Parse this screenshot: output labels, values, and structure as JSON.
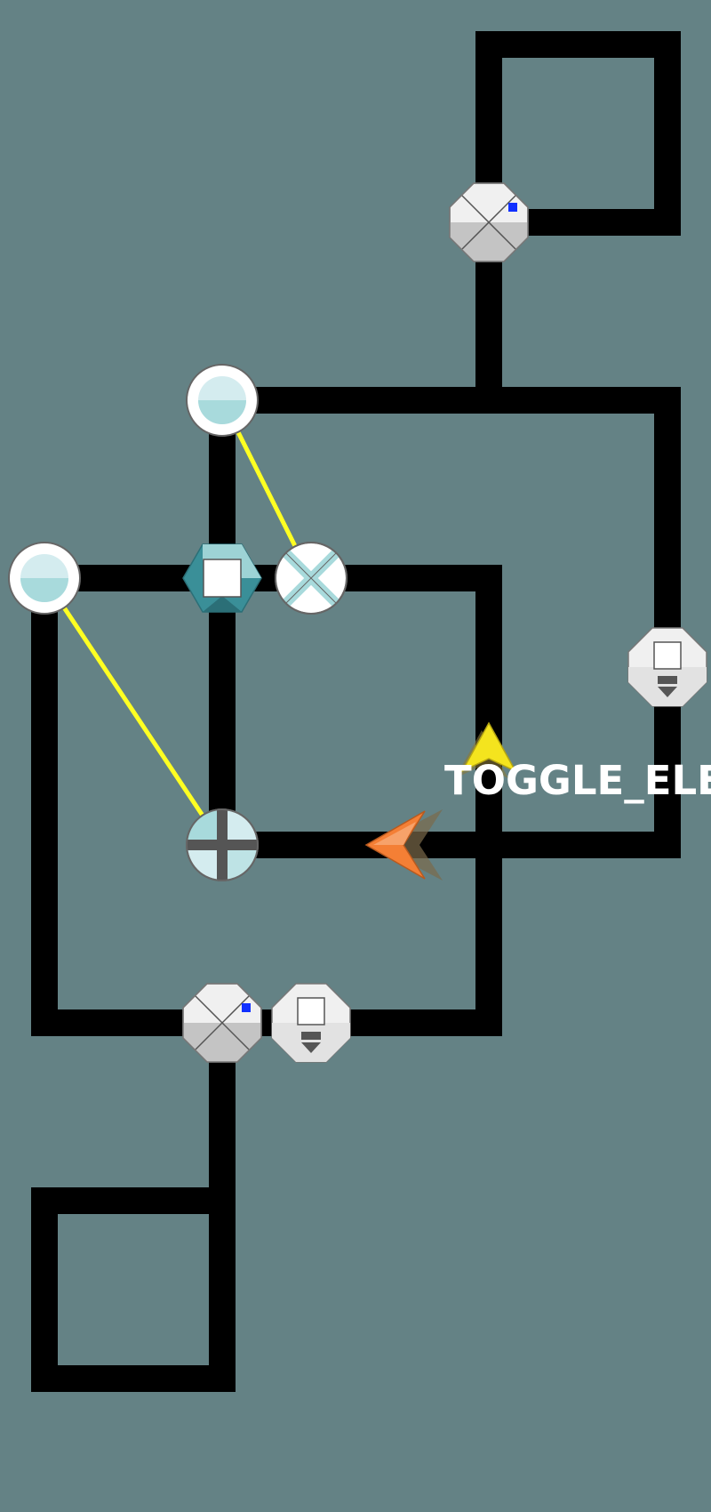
{
  "theme": {
    "background": "#648285",
    "track": "#000000",
    "link": "#ffff22",
    "node_white": "#f0f0f0",
    "node_grey": "#c4c4c4",
    "node_teal": "#3a8f98",
    "node_teal_light": "#a8dadc",
    "node_pale": "#d4ecef",
    "accent_blue": "#1030ff",
    "player_orange": "#f47f35",
    "cursor_yellow": "#f4e41e",
    "label_color": "#ffffff"
  },
  "cursor": {
    "icon": "arrow-cursor-icon",
    "label": "TOGGLE_ELEM"
  },
  "player": {
    "icon": "orange-arrow-icon",
    "facing": "left"
  },
  "nodes": [
    {
      "id": "switch-top",
      "kind": "octagon-switch",
      "icon": "split-octagon-icon",
      "indicator": "blue"
    },
    {
      "id": "portal-top",
      "kind": "ring-portal",
      "icon": "ring-portal-icon"
    },
    {
      "id": "portal-left",
      "kind": "ring-portal",
      "icon": "ring-portal-icon"
    },
    {
      "id": "hex-box",
      "kind": "hexagon-box",
      "icon": "hexagon-box-icon"
    },
    {
      "id": "x-junction",
      "kind": "x-junction",
      "icon": "x-circle-icon"
    },
    {
      "id": "dropper-right",
      "kind": "dropper",
      "icon": "dropper-octagon-icon"
    },
    {
      "id": "cross-junction",
      "kind": "cross-junction",
      "icon": "cross-circle-icon"
    },
    {
      "id": "switch-bottom",
      "kind": "octagon-switch",
      "icon": "split-octagon-icon",
      "indicator": "blue"
    },
    {
      "id": "dropper-bottom",
      "kind": "dropper",
      "icon": "dropper-octagon-icon"
    }
  ]
}
